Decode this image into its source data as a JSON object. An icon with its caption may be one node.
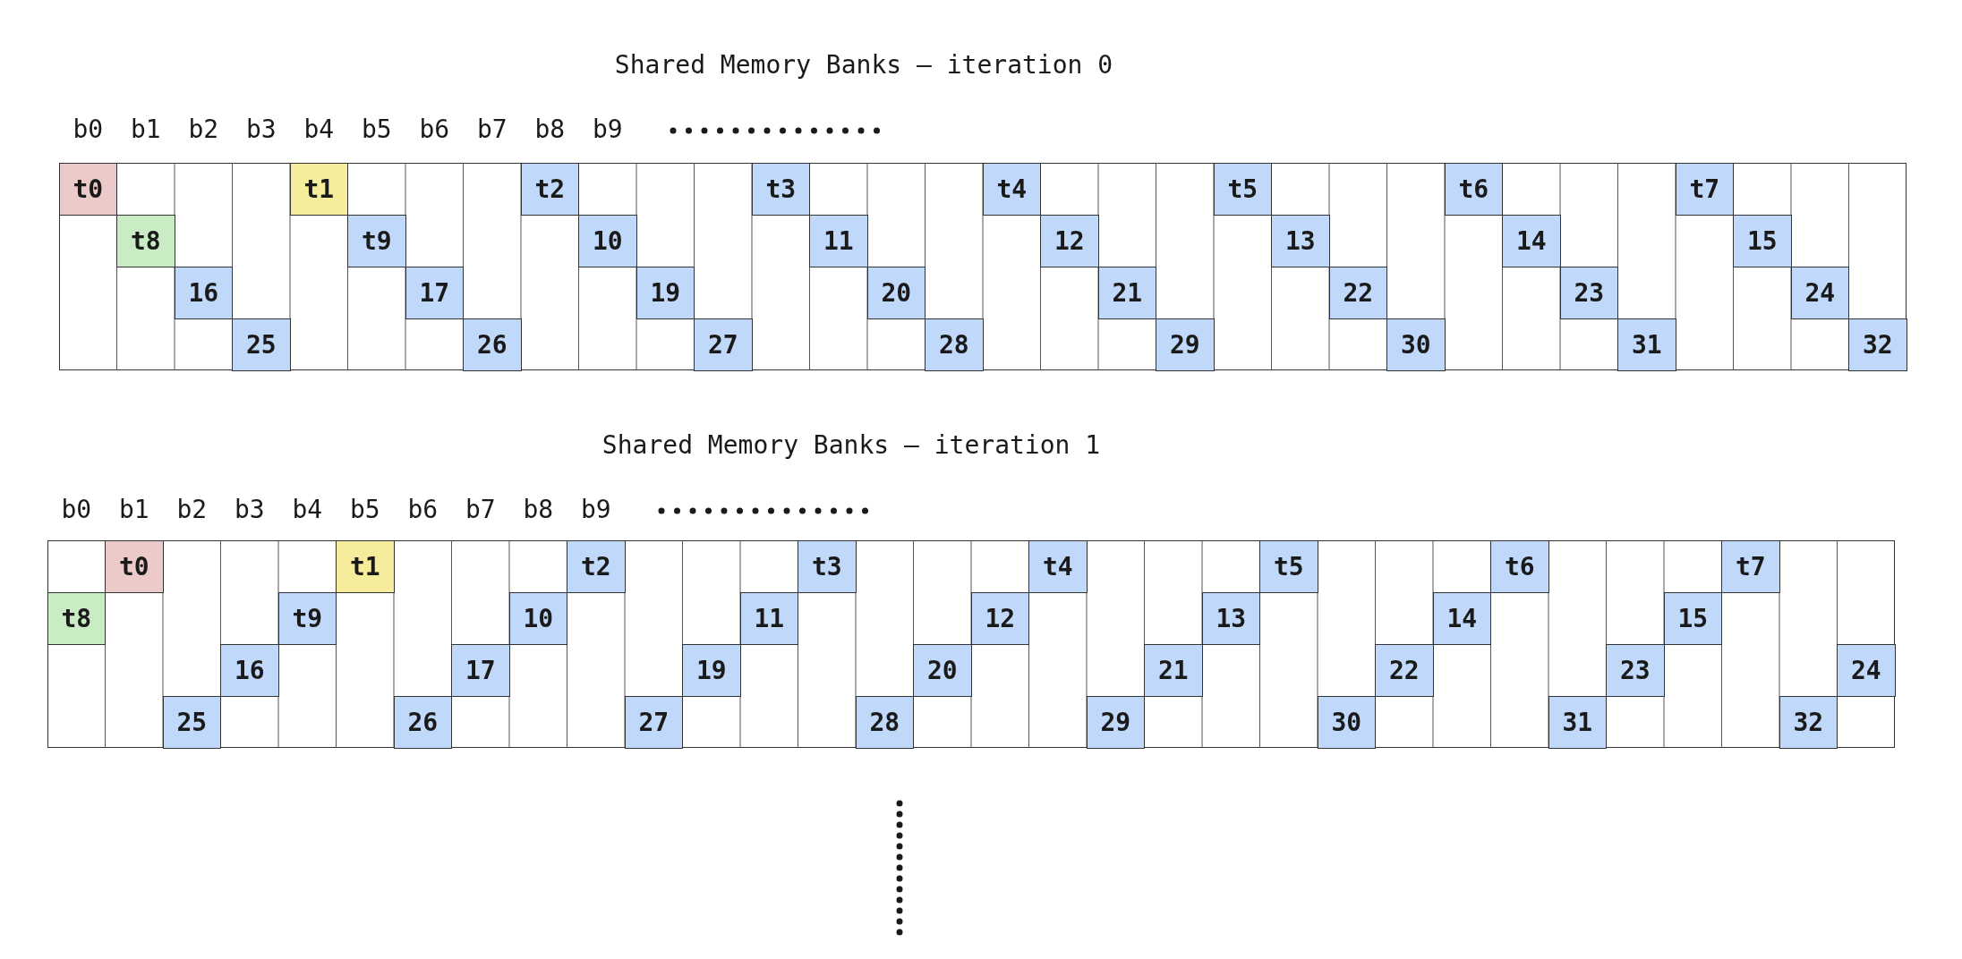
{
  "diagram": {
    "nodes": [
      {
        "text": [],
        "shape": "box"
      },
      {
        "text": [
          "t0"
        ],
        "in": 0
      },
      {
        "text": [
          "t1"
        ],
        "in": 0
      },
      {
        "text": [
          "t2"
        ],
        "in": 0
      },
      {
        "text": [
          "t3"
        ],
        "in": 0
      },
      {
        "text": [
          "t4"
        ],
        "in": 0
      },
      {
        "text": [
          "t5"
        ],
        "in": 0
      },
      {
        "text": [
          "t6"
        ],
        "in": 0
      },
      {
        "text": [
          "t7"
        ],
        "in": 0
      },
      {
        "text": [
          "t8"
        ],
        "in": 0
      },
      {
        "text": [
          "t9"
        ],
        "in": 0
      },
      {
        "text": [
          "10"
        ],
        "in": 0
      },
      {
        "text": [
          "11"
        ],
        "in": 0
      },
      {
        "text": [
          "12"
        ],
        "in": 0
      },
      {
        "text": [
          "13"
        ],
        "in": 0
      },
      {
        "text": [
          "14"
        ],
        "in": 0
      },
      {
        "text": [
          "15"
        ],
        "in": 0
      },
      {
        "text": [
          "16"
        ],
        "in": 0
      },
      {
        "text": [
          "17"
        ],
        "in": 0
      },
      {
        "text": [
          "19"
        ],
        "in": 0
      },
      {
        "text": [
          "20"
        ],
        "in": 0
      },
      {
        "text": [
          "21"
        ],
        "in": 0
      },
      {
        "text": [
          "22"
        ],
        "in": 0
      },
      {
        "text": [
          "23"
        ],
        "in": 0
      },
      {
        "text": [
          "24"
        ],
        "in": 0
      },
      {
        "text": [
          "25"
        ],
        "in": 0
      },
      {
        "text": [
          "26"
        ],
        "in": 0
      },
      {
        "text": [
          "27"
        ],
        "in": 0
      },
      {
        "text": [
          "28"
        ],
        "in": 0
      },
      {
        "text": [
          "29"
        ],
        "in": 0
      },
      {
        "text": [
          "30"
        ],
        "in": 0
      },
      {
        "text": [
          "31"
        ],
        "in": 0
      },
      {
        "text": [
          "32"
        ],
        "in": 0
      },
      {
        "text": [],
        "shape": "box"
      },
      {
        "text": [
          "t0"
        ],
        "in": 33
      },
      {
        "text": [
          "t1"
        ],
        "in": 33
      },
      {
        "text": [
          "t2"
        ],
        "in": 33
      },
      {
        "text": [
          "t3"
        ],
        "in": 33
      },
      {
        "text": [
          "t4"
        ],
        "in": 33
      },
      {
        "text": [
          "t5"
        ],
        "in": 33
      },
      {
        "text": [
          "t6"
        ],
        "in": 33
      },
      {
        "text": [
          "t7"
        ],
        "in": 33
      },
      {
        "text": [
          "t8"
        ],
        "in": 33
      },
      {
        "text": [
          "t9"
        ],
        "in": 33
      },
      {
        "text": [
          "10"
        ],
        "in": 33
      },
      {
        "text": [
          "11"
        ],
        "in": 33
      },
      {
        "text": [
          "12"
        ],
        "in": 33
      },
      {
        "text": [
          "13"
        ],
        "in": 33
      },
      {
        "text": [
          "14"
        ],
        "in": 33
      },
      {
        "text": [
          "15"
        ],
        "in": 33
      },
      {
        "text": [
          "16"
        ],
        "in": 33
      },
      {
        "text": [
          "17"
        ],
        "in": 33
      },
      {
        "text": [
          "19"
        ],
        "in": 33
      },
      {
        "text": [
          "20"
        ],
        "in": 33
      },
      {
        "text": [
          "21"
        ],
        "in": 33
      },
      {
        "text": [
          "22"
        ],
        "in": 33
      },
      {
        "text": [
          "23"
        ],
        "in": 33
      },
      {
        "text": [
          "24"
        ],
        "in": 33
      },
      {
        "text": [
          "25"
        ],
        "in": 33
      },
      {
        "text": [
          "26"
        ],
        "in": 33
      },
      {
        "text": [
          "27"
        ],
        "in": 33
      },
      {
        "text": [
          "28"
        ],
        "in": 33
      },
      {
        "text": [
          "29"
        ],
        "in": 33
      },
      {
        "text": [
          "30"
        ],
        "in": 33
      },
      {
        "text": [
          "31"
        ],
        "in": 33
      },
      {
        "text": [
          "32"
        ],
        "in": 33
      }
    ],
    "labels": [
      "Shared Memory Banks – iteration 0",
      "b0",
      "b1",
      "b2",
      "b3",
      "b4",
      "b5",
      "b6",
      "b7",
      "b8",
      "b9",
      "Shared Memory Banks – iteration 1",
      "b0",
      "b1",
      "b2",
      "b3",
      "b4",
      "b5",
      "b6",
      "b7",
      "b8",
      "b9"
    ]
  }
}
